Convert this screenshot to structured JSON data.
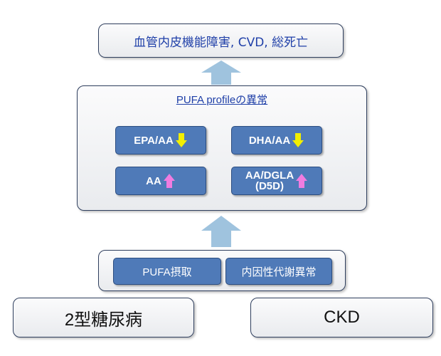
{
  "outcome": {
    "label": "血管内皮機能障害, CVD, 総死亡"
  },
  "panel": {
    "title": "PUFA profileの異常",
    "items": [
      {
        "label": "EPA/AA",
        "direction": "down",
        "color": "#f2ef00"
      },
      {
        "label": "DHA/AA",
        "direction": "down",
        "color": "#f2ef00"
      },
      {
        "label": "AA",
        "direction": "up",
        "color": "#f07ce0"
      },
      {
        "label_line1": "AA/DGLA",
        "label_line2": "(D5D)",
        "direction": "up",
        "color": "#f07ce0"
      }
    ]
  },
  "factors": {
    "items": [
      {
        "label": "PUFA摂取"
      },
      {
        "label": "内因性代謝異常"
      }
    ]
  },
  "conditions": {
    "left": "2型糖尿病",
    "right": "CKD"
  },
  "colors": {
    "flow_arrow": "#9fc3de",
    "chip_fill": "#4f7ab8",
    "title_text": "#1f3fa8"
  }
}
